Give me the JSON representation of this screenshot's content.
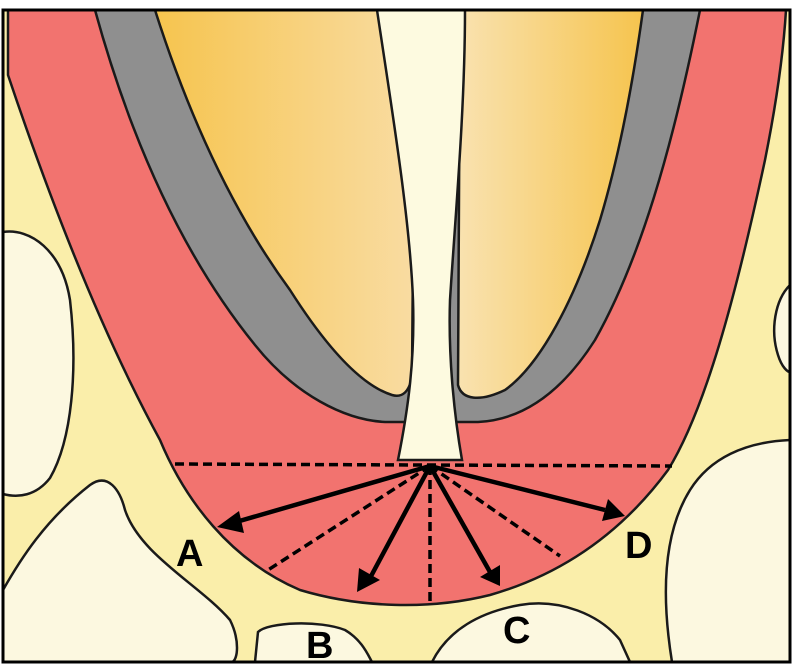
{
  "labels": {
    "a": "A",
    "b": "B",
    "c": "C",
    "d": "D"
  },
  "colors": {
    "bone": "#faeeaa",
    "bone_light": "#fcf8e0",
    "ligament": "#f2736f",
    "dentin": "#8f8f8f",
    "pulp": "#f6c44e",
    "pulp_light": "#f9dca2",
    "canal": "#fdfae0",
    "outline": "#1a1a1a"
  }
}
